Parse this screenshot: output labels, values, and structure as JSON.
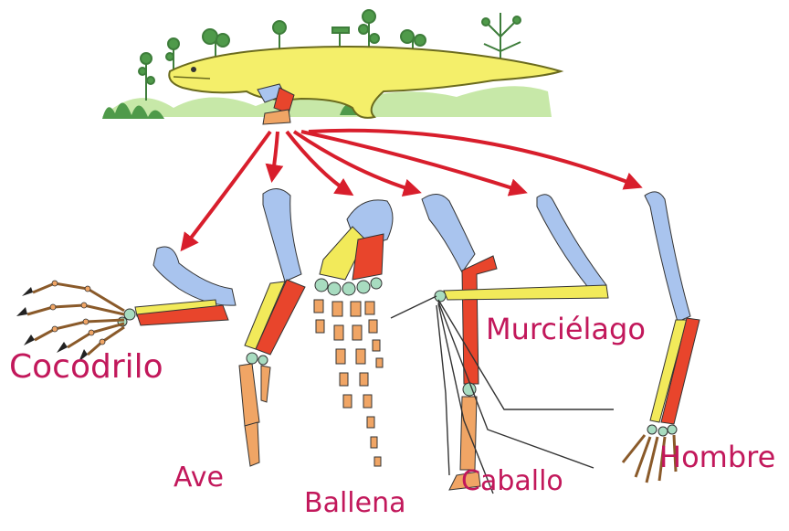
{
  "diagram": {
    "labels": {
      "cocodrilo": "Cocodrilo",
      "ave": "Ave",
      "ballena": "Ballena",
      "caballo": "Caballo",
      "murcielago": "Murciélago",
      "hombre": "Hombre"
    },
    "colors": {
      "label": "#c2185b",
      "arrow": "#d81e2c",
      "humerus": "#a9c4ee",
      "radius": "#f2ea5a",
      "ulna": "#e8452c",
      "carpals": "#a8dcc0",
      "phalanges": "#f0a565",
      "ancestor_body": "#f4ef6a",
      "vegetation": "#4f9a4a"
    },
    "icons": [
      "ancestor-tetrapod",
      "crocodile-limb",
      "bird-wing",
      "whale-flipper",
      "horse-leg",
      "bat-wing",
      "human-arm"
    ]
  }
}
